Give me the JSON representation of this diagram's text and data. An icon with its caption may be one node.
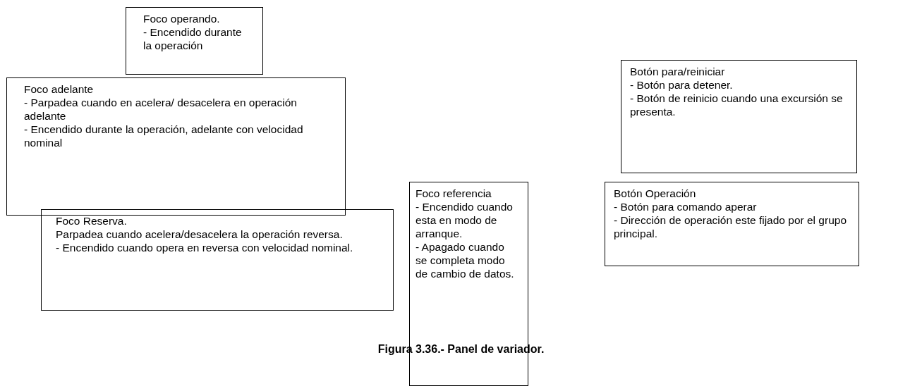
{
  "diagram": {
    "caption": "Figura 3.36.- Panel de variador.",
    "nodes": [
      {
        "text": [
          "Foco operando.",
          "- Encendido durante la operación"
        ]
      },
      {
        "text": [
          "Foco adelante",
          "- Parpadea cuando en acelera/ desacelera en operación adelante",
          "- Encendido durante la operación, adelante con velocidad nominal"
        ]
      },
      {
        "text": [
          "Foco Reserva.",
          "Parpadea cuando acelera/desacelera la operación reversa.",
          "- Encendido cuando opera en reversa con velocidad nominal."
        ]
      },
      {
        "text": [
          "Foco referencia",
          "- Encendido cuando esta en modo de arranque.",
          "- Apagado cuando se completa modo de cambio de datos."
        ]
      },
      {
        "text": [
          "Botón para/reiniciar",
          "- Botón para detener.",
          "- Botón de reinicio cuando una excursión se presenta."
        ]
      },
      {
        "text": [
          "Botón Operación",
          "- Botón para comando aperar",
          "- Dirección de operación este fijado por el grupo principal."
        ]
      }
    ]
  }
}
